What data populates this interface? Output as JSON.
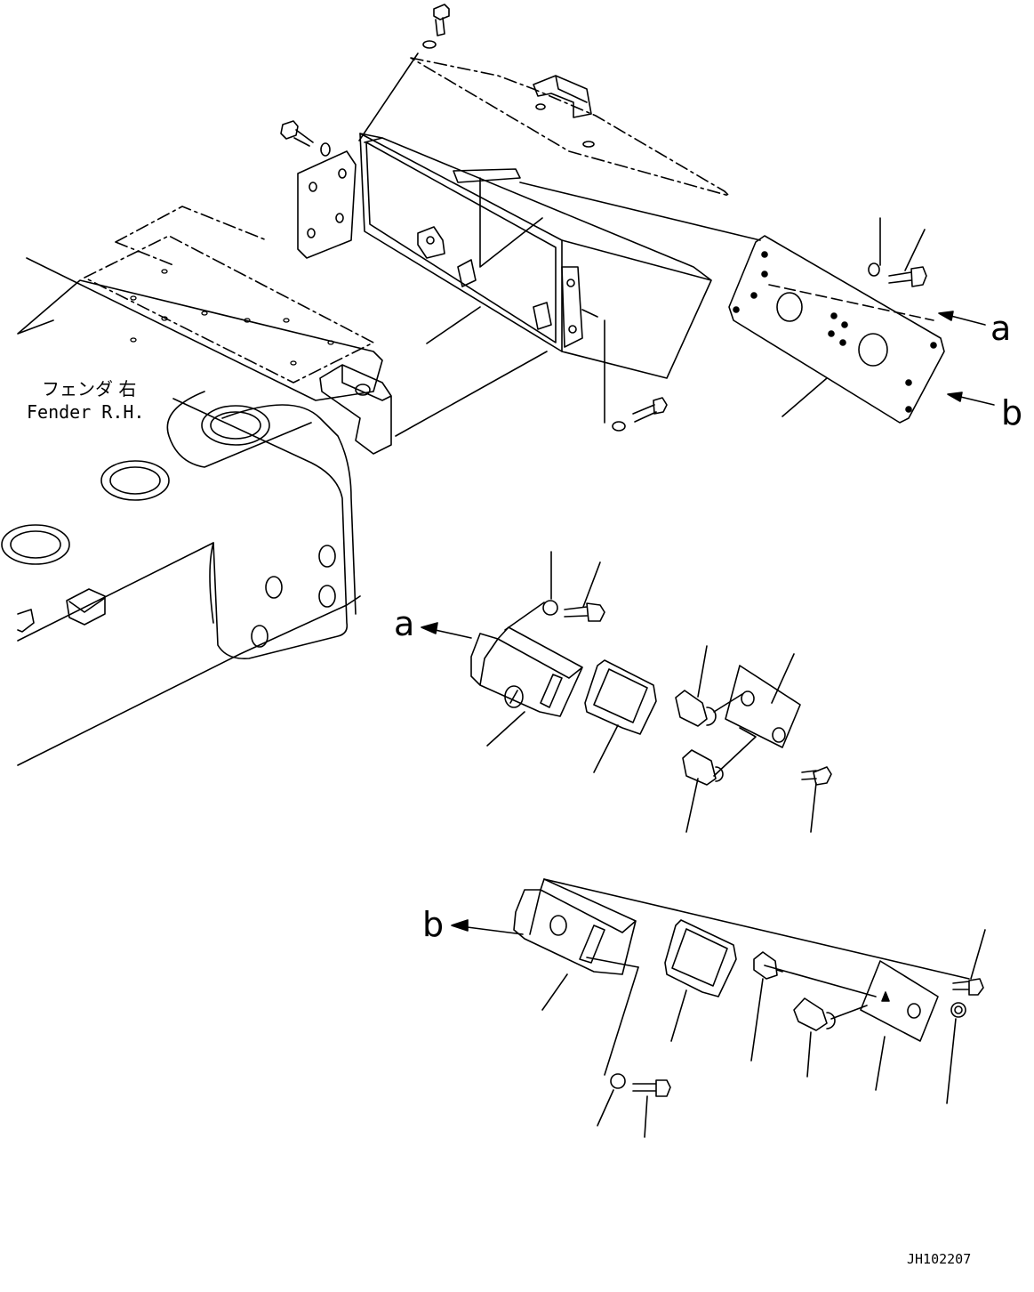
{
  "labels": {
    "fender_jp": "フェンダ 右",
    "fender_en": "Fender R.H.",
    "callout_a": "a",
    "callout_b": "b",
    "detail_a": "a",
    "detail_b": "b",
    "drawing_ref": "JH102207"
  }
}
